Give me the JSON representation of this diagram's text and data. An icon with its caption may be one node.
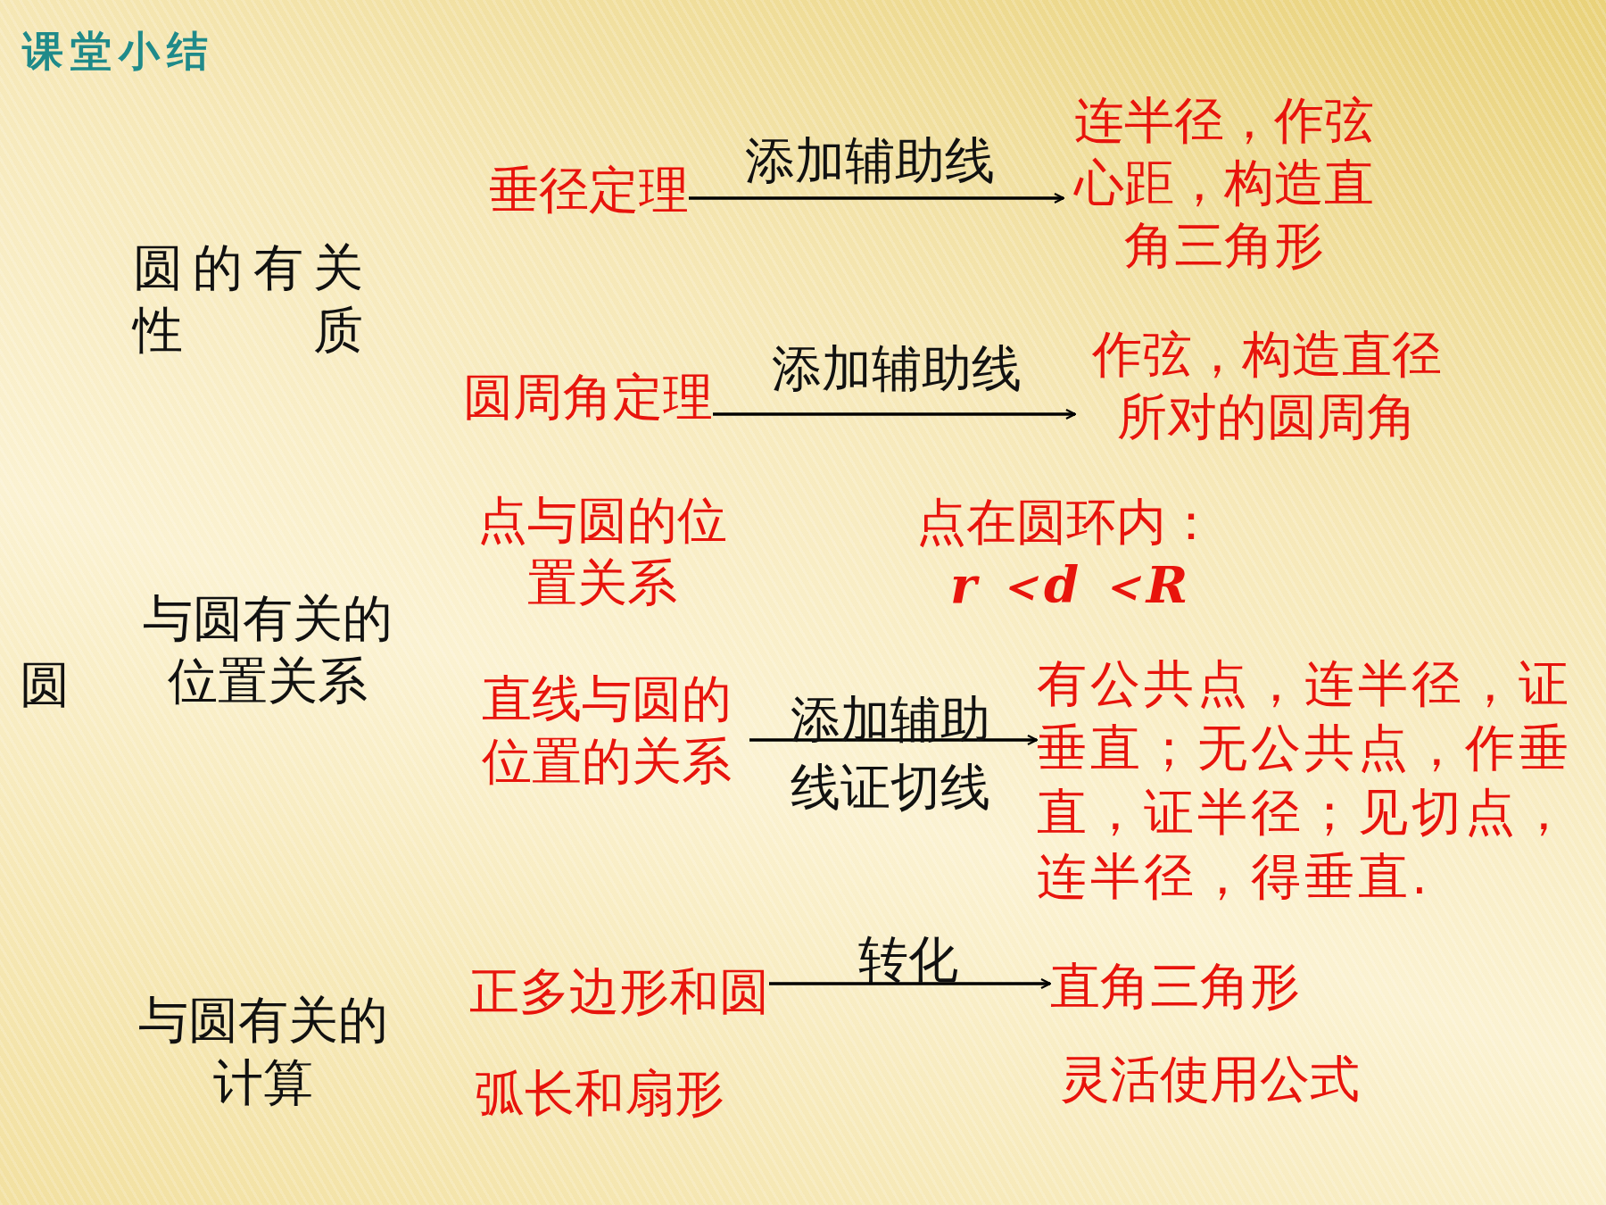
{
  "diagram": {
    "title": "课堂小结",
    "nodes": [
      {
        "text": [
          "垂径定理"
        ]
      },
      {
        "text": [
          "连半径，作弦心距，构造直角三角形"
        ]
      },
      {
        "text": [
          "圆周角定理"
        ]
      },
      {
        "text": [
          "作弦，构造直径所对的圆周角"
        ]
      },
      {
        "text": [
          "直线与圆的位置的关系"
        ]
      },
      {
        "text": [
          "有公共点，连半径，证垂直；无公共点，作垂直，证半径；见切点，连半径，得垂直."
        ]
      },
      {
        "text": [
          "正多边形和圆"
        ]
      },
      {
        "text": [
          "直角三角形"
        ]
      }
    ],
    "edges": [
      {
        "from": 0,
        "to": 1,
        "arrow": "to",
        "label": "添加辅助线"
      },
      {
        "from": 2,
        "to": 3,
        "arrow": "to",
        "label": "添加辅助线"
      },
      {
        "from": 4,
        "to": 5,
        "arrow": "to",
        "label": "添加辅助线证切线"
      },
      {
        "from": 6,
        "to": 7,
        "arrow": "to",
        "label": "转化"
      }
    ],
    "labels": [
      "圆",
      "圆的有关性质",
      "与圆有关的位置关系",
      "点与圆的位置关系",
      "点在圆环内：",
      "r ＜d ＜R",
      "与圆有关的计算",
      "弧长和扇形",
      "灵活使用公式"
    ]
  }
}
